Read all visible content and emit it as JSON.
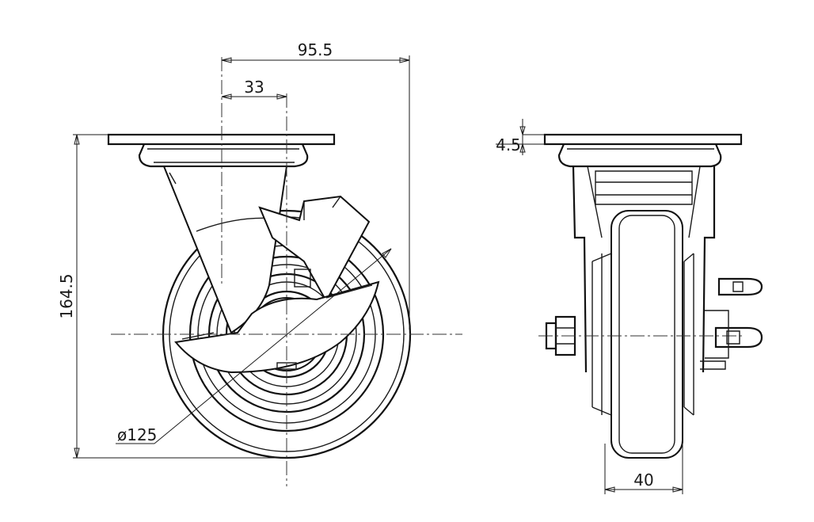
{
  "dimensions": {
    "overall_offset": "95.5",
    "swivel_offset": "33",
    "overall_height": "164.5",
    "wheel_diameter": "ø125",
    "plate_thickness": "4.5",
    "wheel_width": "40"
  }
}
